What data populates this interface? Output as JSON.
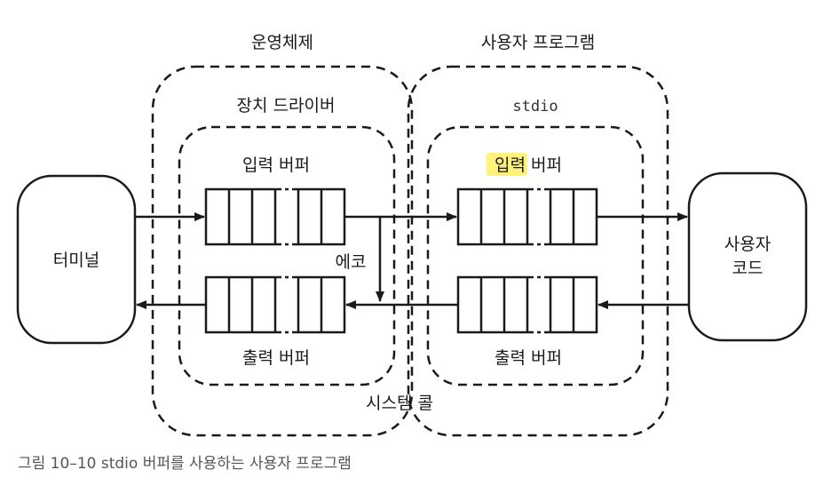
{
  "labels": {
    "os": "운영체제",
    "user_program": "사용자 프로그램",
    "device_driver": "장치 드라이버",
    "stdio": "stdio",
    "driver_input_buffer": "입력 버퍼",
    "driver_output_buffer": "출력 버퍼",
    "stdio_input_highlight": "입력",
    "stdio_input_rest": "버퍼",
    "stdio_output_buffer": "출력 버퍼",
    "terminal": "터미널",
    "user_code_line1": "사용자",
    "user_code_line2": "코드",
    "echo": "에코",
    "system_call": "시스템 콜"
  },
  "caption": "그림 10–10 stdio 버퍼를 사용하는 사용자 프로그램",
  "colors": {
    "highlight": "#fff27a",
    "stroke": "#1a1a1a",
    "caption": "#555555"
  }
}
